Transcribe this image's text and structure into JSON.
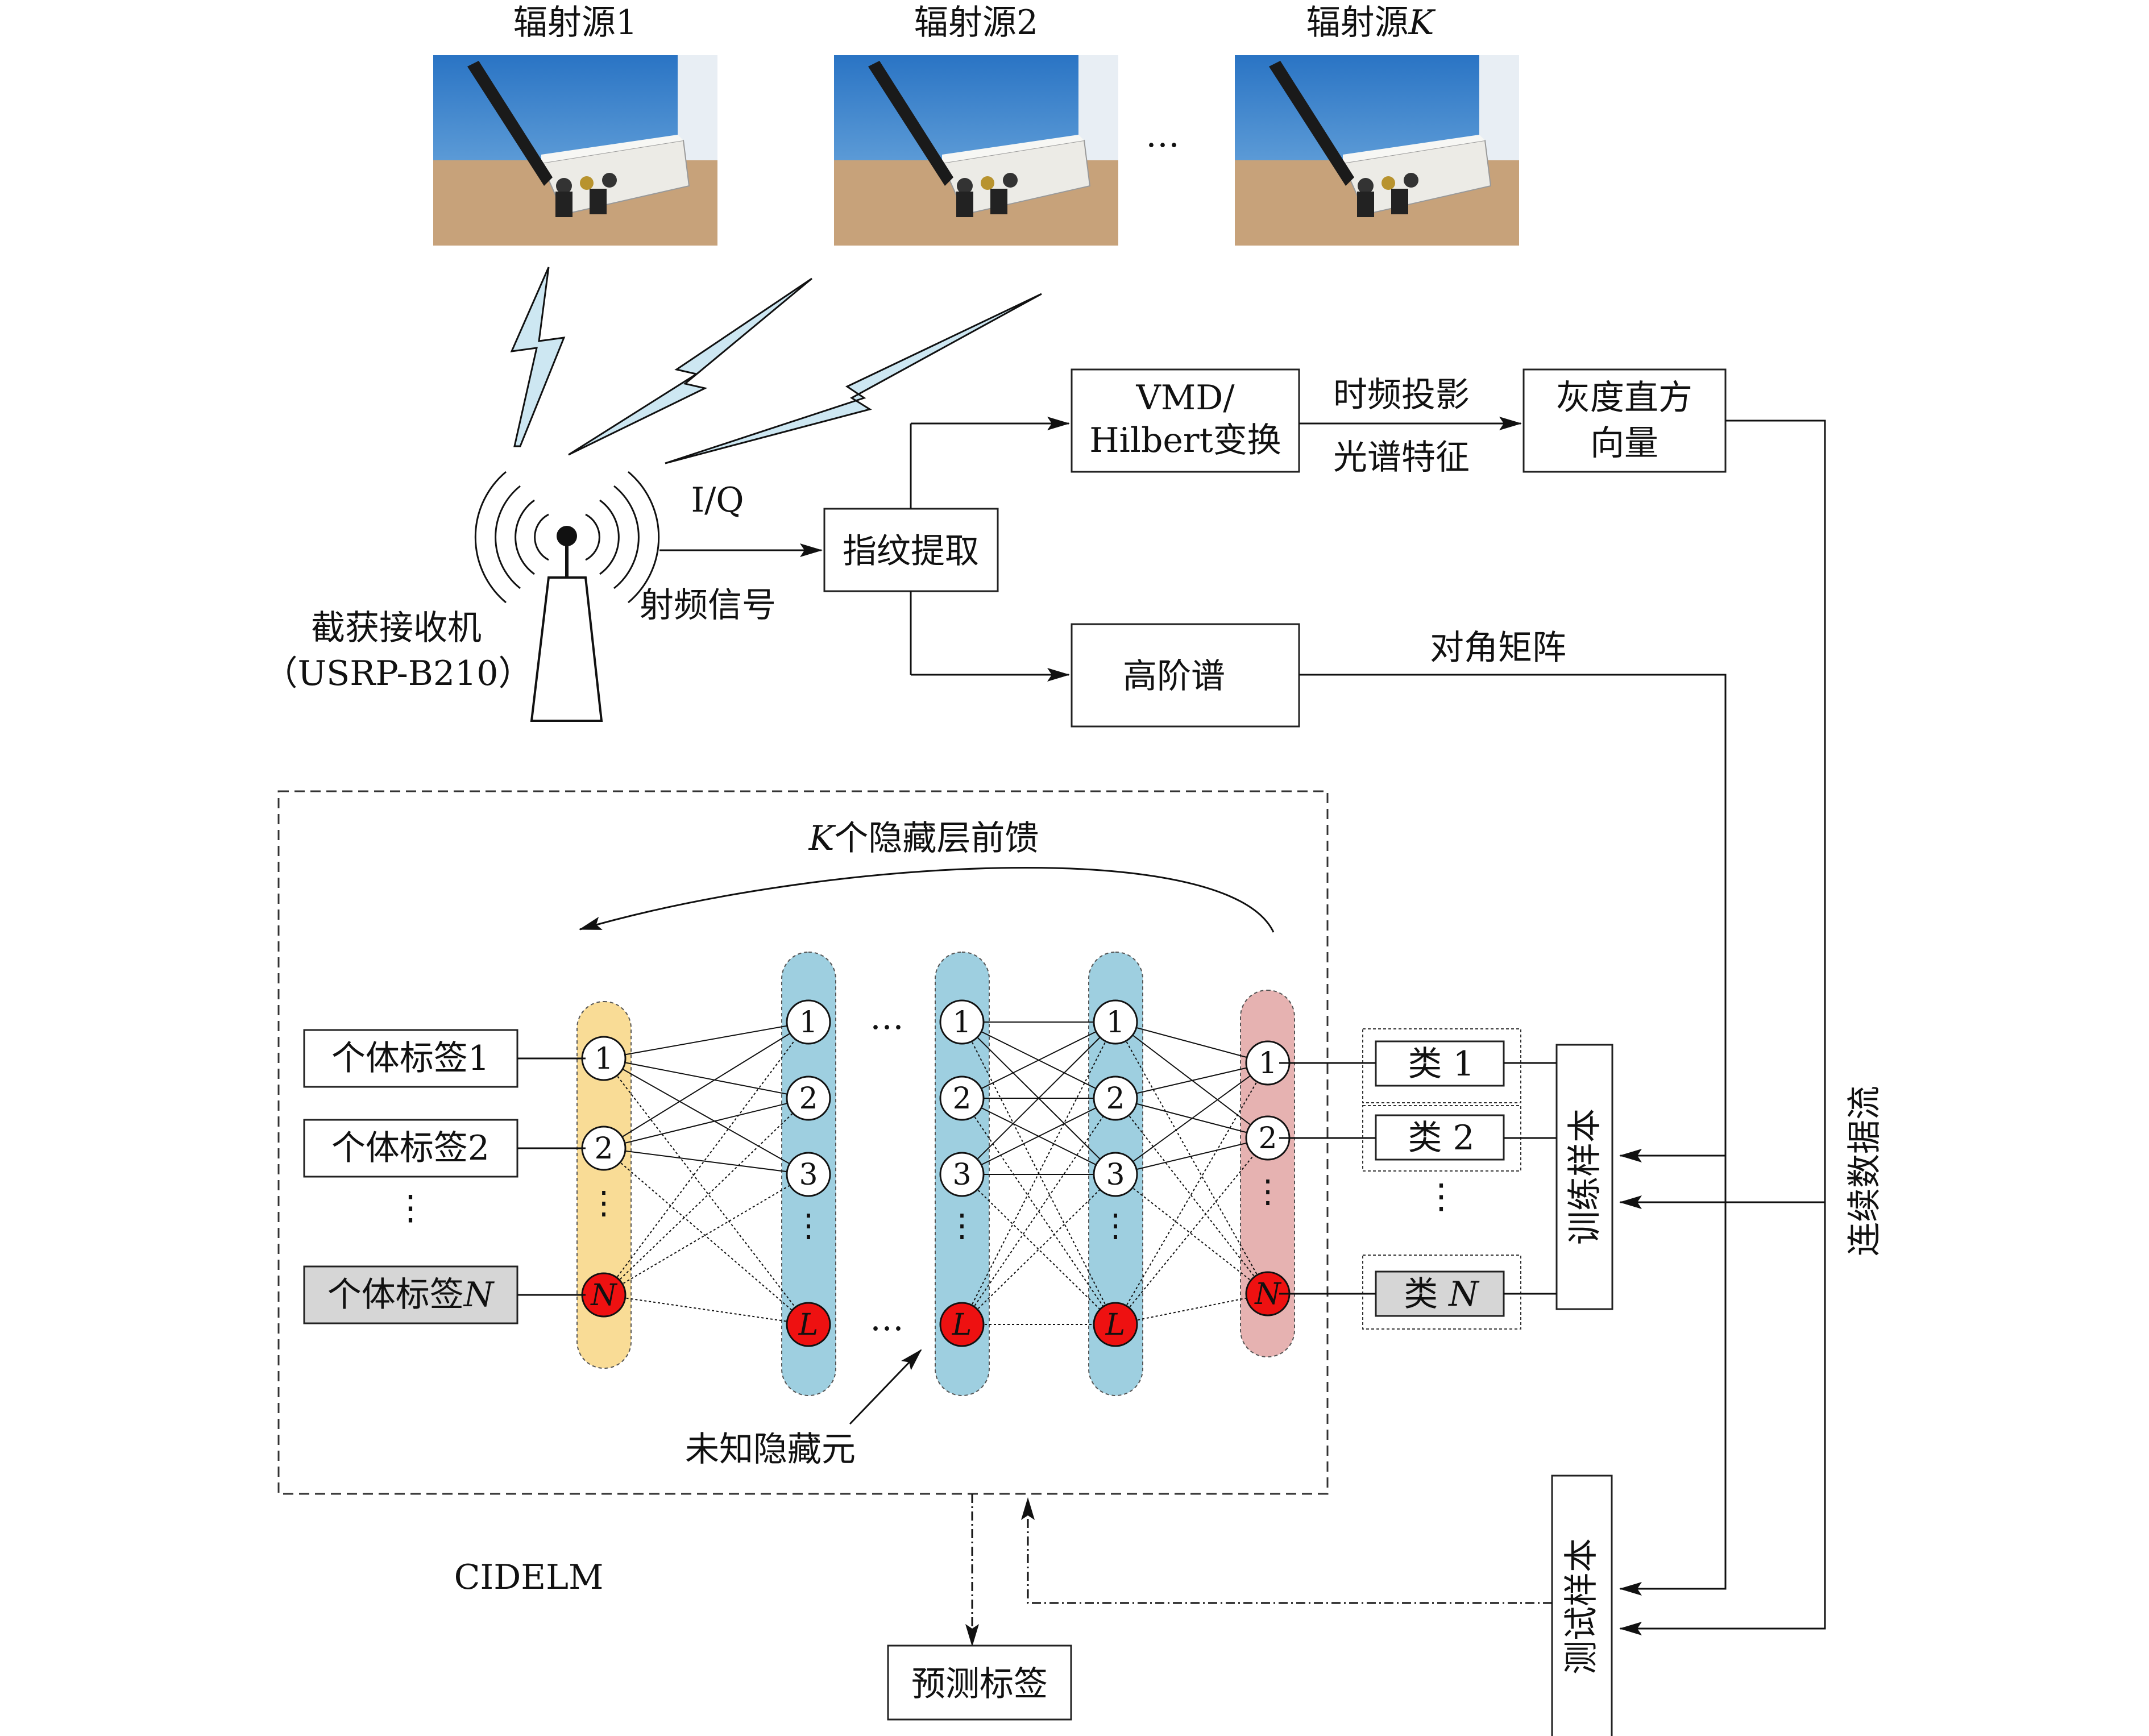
{
  "sources": [
    {
      "label": "辐射源1"
    },
    {
      "label": "辐射源2"
    },
    {
      "label": "辐射源",
      "label_italic": "K"
    }
  ],
  "ellipsis": "…",
  "vdots": "⋮",
  "receiver": {
    "label": "截获接收机",
    "model": "（USRP-B210）"
  },
  "signal": {
    "iq": "I/Q",
    "rf": "射频信号"
  },
  "boxes": {
    "fingerprint": "指纹提取",
    "vmd_line1": "VMD/",
    "vmd_line2": "Hilbert变换",
    "gray_line1": "灰度直方",
    "gray_line2": "向量",
    "hos": "高阶谱",
    "predict": "预测标签",
    "train": "训练样本",
    "test": "测试样本"
  },
  "edge_labels": {
    "tf_projection": "时频投影",
    "spectral": "光谱特征",
    "diag": "对角矩阵",
    "stream": "连续数据流",
    "feedforward_italic": "K",
    "feedforward": "个隐藏层前馈",
    "unknown": "未知隐藏元"
  },
  "labels_left": [
    "个体标签1",
    "个体标签2"
  ],
  "label_n": {
    "text": "个体标签",
    "italic": "N"
  },
  "classes": [
    {
      "text": "类",
      "num": "1"
    },
    {
      "text": "类",
      "num": "2"
    },
    {
      "text": "类",
      "num": "N"
    }
  ],
  "nodes": {
    "n1": "1",
    "n2": "2",
    "n3": "3",
    "nN": "N",
    "nL": "L"
  },
  "model_name": "CIDELM",
  "colors": {
    "input_col": "#f9dc96",
    "hidden_col": "#9ecfe0",
    "output_col": "#e6b2b1",
    "red_node": "#ee1111",
    "gray_box": "#d6d6d6",
    "bolt": "#cde7f2"
  }
}
